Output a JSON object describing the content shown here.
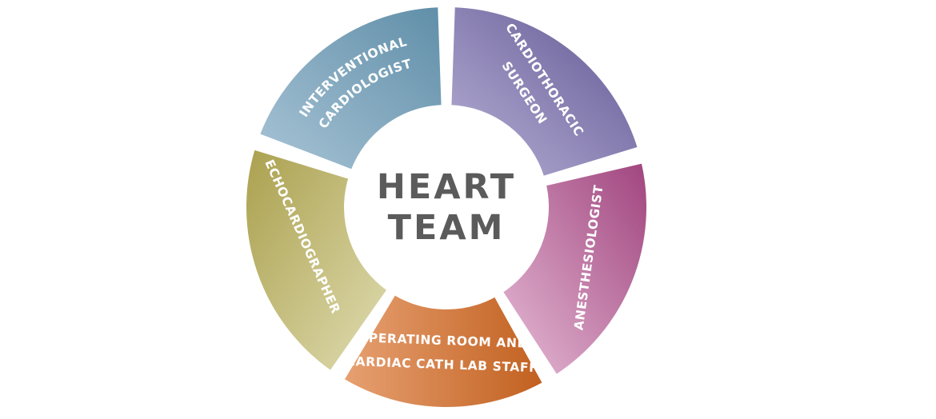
{
  "center": {
    "line1": "HEART",
    "line2": "TEAM"
  },
  "segments": [
    {
      "id": "interventional-cardiologist",
      "lines": [
        "INTERVENTIONAL",
        "CARDIOLOGIST"
      ],
      "color_light": "#a9c4d6",
      "color_dark": "#5f8ea8"
    },
    {
      "id": "cardiothoracic-surgeon",
      "lines": [
        "CARDIOTHORACIC",
        "SURGEON"
      ],
      "color_light": "#b9b2d6",
      "color_dark": "#5e5492"
    },
    {
      "id": "anesthesiologist",
      "lines": [
        "ANESTHESIOLOGIST"
      ],
      "color_light": "#e6bcd6",
      "color_dark": "#a0447e"
    },
    {
      "id": "operating-room-cath-lab-staff",
      "lines": [
        "OPERATING ROOM AND",
        "CARDIAC CATH LAB STAFF"
      ],
      "color_light": "#e7a172",
      "color_dark": "#c1601f"
    },
    {
      "id": "echocardiographer",
      "lines": [
        "ECHOCARDIOGRAPHER"
      ],
      "color_light": "#e0ddb2",
      "color_dark": "#aaa04e"
    }
  ]
}
